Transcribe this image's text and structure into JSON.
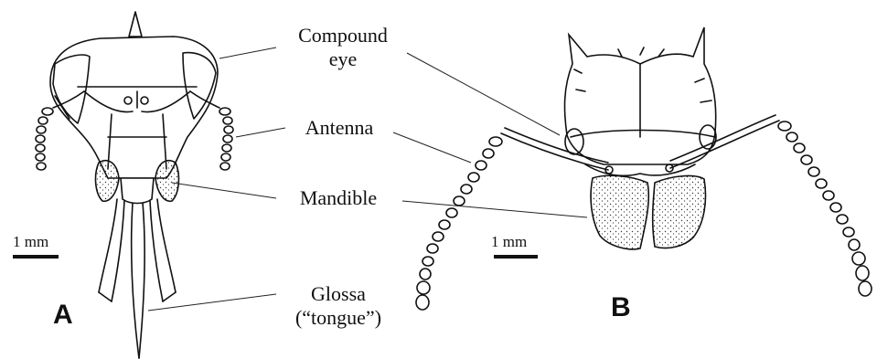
{
  "labels": {
    "compound_eye": "Compound eye",
    "antenna": "Antenna",
    "mandible": "Mandible",
    "glossa_line1": "Glossa",
    "glossa_line2": "(“tongue”)"
  },
  "panels": {
    "a": "A",
    "b": "B"
  },
  "scale_bars": {
    "a": "1 mm",
    "b": "1 mm"
  },
  "colors": {
    "ink": "#111111",
    "background": "#ffffff"
  }
}
